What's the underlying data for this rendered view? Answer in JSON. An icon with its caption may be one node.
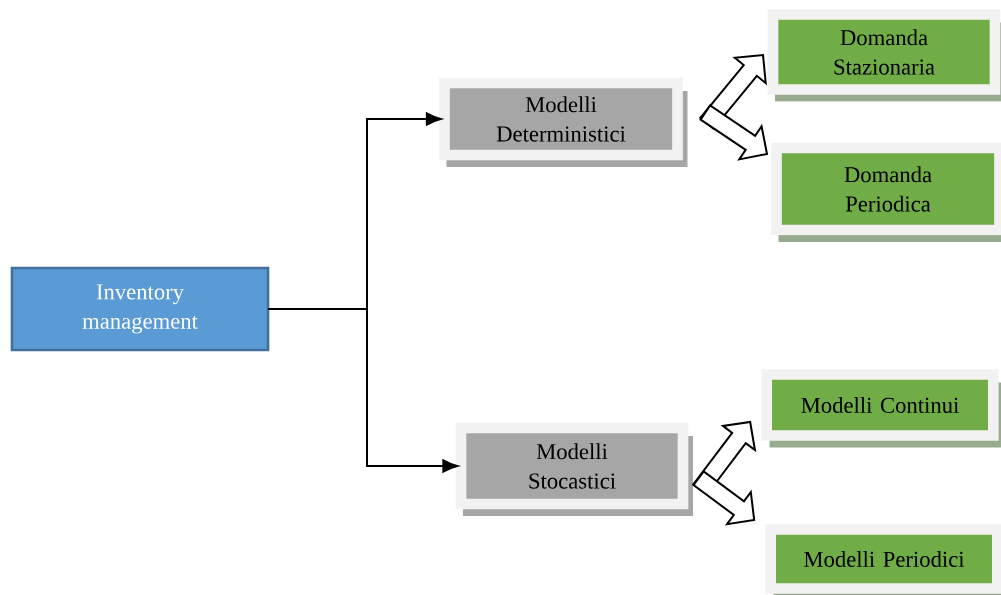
{
  "diagram": {
    "nodes": [
      {
        "text": [
          "Inventory management"
        ]
      },
      {
        "text": [
          "Modelli Deterministici"
        ]
      },
      {
        "text": [
          "Domanda Stazionaria"
        ]
      },
      {
        "text": [
          "Domanda Periodica"
        ]
      },
      {
        "text": [
          "Modelli Stocastici"
        ]
      },
      {
        "text": [
          "Modelli Continui"
        ]
      },
      {
        "text": [
          "Modelli Periodici"
        ]
      }
    ],
    "edges": [
      {
        "from": 0,
        "to": 1,
        "arrow": "to"
      },
      {
        "from": 0,
        "to": 4,
        "arrow": "to"
      },
      {
        "from": 1,
        "to": 2,
        "arrow": "to",
        "style": "thick"
      },
      {
        "from": 1,
        "to": 3,
        "arrow": "to",
        "style": "thick"
      },
      {
        "from": 4,
        "to": 5,
        "arrow": "to",
        "style": "thick"
      },
      {
        "from": 4,
        "to": 6,
        "arrow": "to",
        "style": "thick"
      }
    ]
  }
}
